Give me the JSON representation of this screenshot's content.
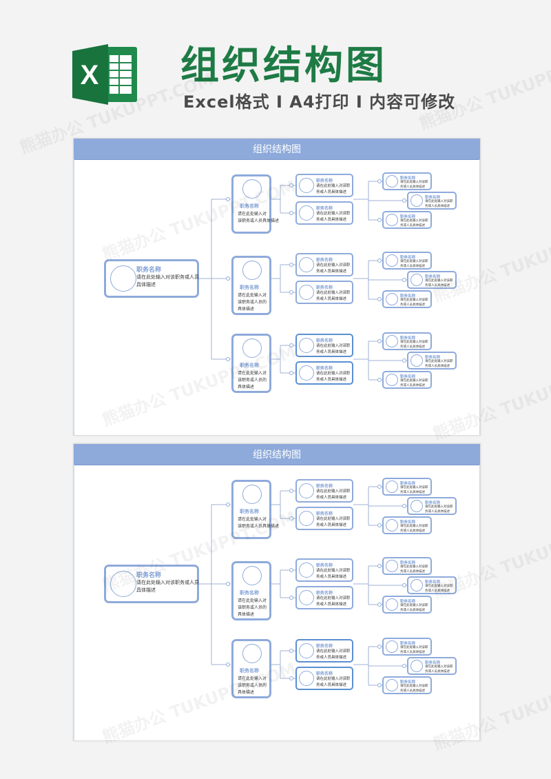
{
  "header": {
    "logo_letter": "X",
    "title": "组织结构图",
    "subtitle": "Excel格式 I A4打印 I 内容可修改"
  },
  "sheets": [
    {
      "bar_title": "组织结构图",
      "root": {
        "name": "职务名称",
        "desc": [
          "请在此处输入对该职务或人员",
          "具体描述"
        ]
      },
      "level1": [
        {
          "name": "职务名称",
          "desc": [
            "请在此处输入对",
            "该职务或人员具体描述"
          ]
        },
        {
          "name": "职务名称",
          "desc": [
            "请在此处输入对",
            "该职务或人员的",
            "具体描述"
          ]
        },
        {
          "name": "职务名称",
          "desc": [
            "请在此处输入对",
            "该职务或人员的",
            "具体描述"
          ]
        }
      ],
      "level2_name": "职务名称",
      "level2_desc": [
        "请在此处输入对该职",
        "务或人员具体描述"
      ],
      "level3_name": "职务名称",
      "level3_desc": [
        "请在此处输入对该职",
        "务或人员具体描述"
      ]
    },
    {
      "bar_title": "组织结构图",
      "root": {
        "name": "职务名称",
        "desc": [
          "请在此处输入对该职务或人员",
          "具体描述"
        ]
      },
      "level1": [
        {
          "name": "职务名称",
          "desc": [
            "请在此处输入对",
            "该职务或人员具体描述"
          ]
        },
        {
          "name": "职务名称",
          "desc": [
            "请在此处输入对",
            "该职务或人员的",
            "具体描述"
          ]
        },
        {
          "name": "职务名称",
          "desc": [
            "请在此处输入对",
            "该职务或人员的",
            "具体描述"
          ]
        }
      ],
      "level2_name": "职务名称",
      "level2_desc": [
        "请在此处输入对该职",
        "务或人员具体描述"
      ],
      "level3_name": "职务名称",
      "level3_desc": [
        "请在此处输入对该职",
        "务或人员具体描述"
      ]
    }
  ],
  "watermark": "熊猫办公 TUKUPPT.COM",
  "colors": {
    "accent": "#8eaadb",
    "title_green": "#1e7b45",
    "excel_green": "#1f8a4c"
  }
}
